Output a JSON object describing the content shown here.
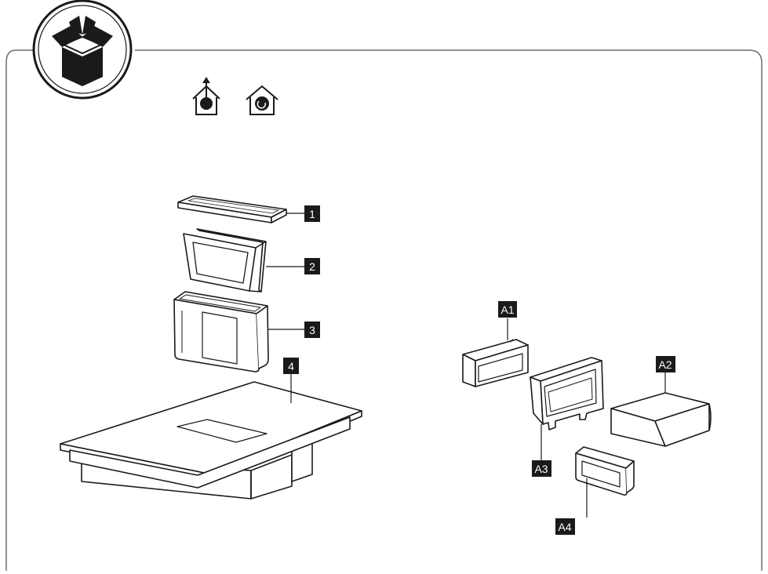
{
  "header": {
    "icon": "open-box-icon"
  },
  "mode_icons": [
    "ducted-extraction-icon",
    "recirculation-icon"
  ],
  "labels": {
    "l1": "1",
    "l2": "2",
    "l3": "3",
    "l4": "4",
    "a1": "A1",
    "a2": "A2",
    "a3": "A3",
    "a4": "A4"
  },
  "colors": {
    "line": "#1a1a1a",
    "label_bg": "#1a1a1a",
    "label_text": "#ffffff",
    "frame": "#6e6e6e"
  }
}
